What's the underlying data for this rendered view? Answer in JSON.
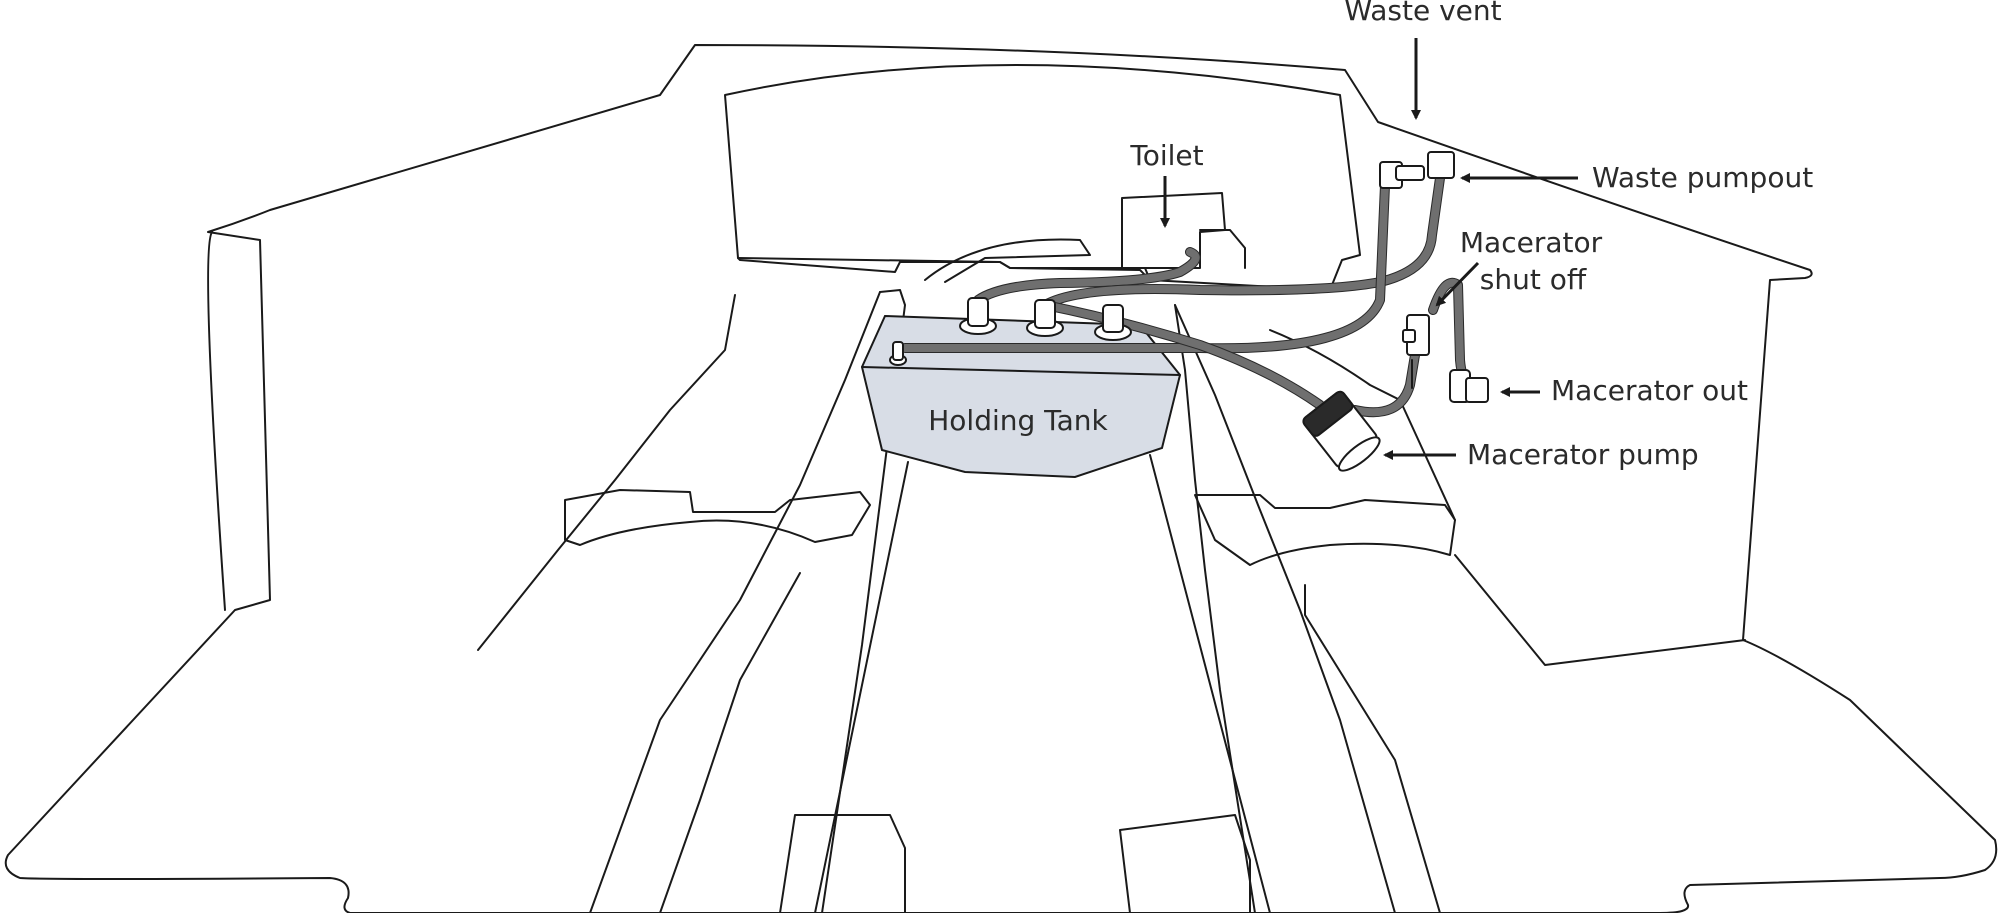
{
  "labels": {
    "waste_vent": "Waste vent",
    "toilet": "Toilet",
    "waste_pumpout": "Waste pumpout",
    "macerator_shutoff_line1": "Macerator",
    "macerator_shutoff_line2": "shut off",
    "macerator_out": "Macerator out",
    "macerator_pump": "Macerator pump",
    "holding_tank": "Holding Tank"
  },
  "colors": {
    "hose": "#6f6f6f",
    "tank_fill": "#d8dde6",
    "line": "#1a1a1a"
  }
}
